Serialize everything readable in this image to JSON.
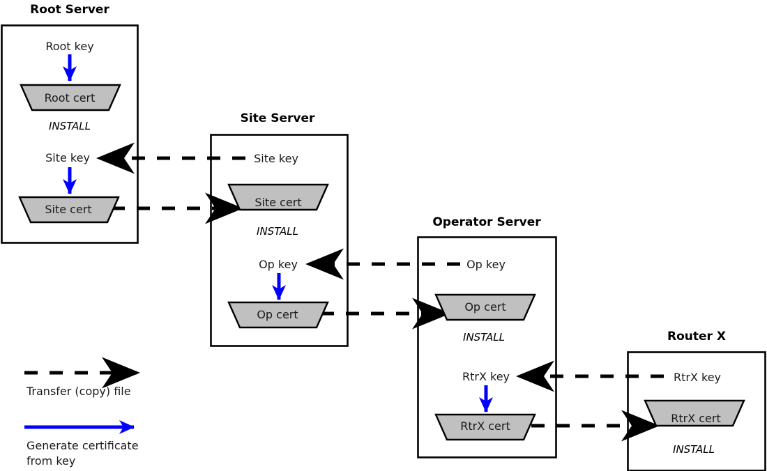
{
  "diagram": {
    "title_hidden": "",
    "colors": {
      "cert_fill": "#c0c0c0",
      "generate_arrow": "#0000ff",
      "transfer_arrow": "#000000",
      "box_stroke": "#000000"
    }
  },
  "servers": [
    {
      "id": "root-server",
      "title": "Root Server",
      "items": [
        {
          "type": "key",
          "label": "Root key"
        },
        {
          "type": "cert",
          "label": "Root cert",
          "install": "INSTALL"
        },
        {
          "type": "key",
          "label": "Site key"
        },
        {
          "type": "cert",
          "label": "Site cert",
          "install": ""
        }
      ]
    },
    {
      "id": "site-server",
      "title": "Site Server",
      "items": [
        {
          "type": "key",
          "label": "Site key"
        },
        {
          "type": "cert",
          "label": "Site cert",
          "install": "INSTALL"
        },
        {
          "type": "key",
          "label": "Op key"
        },
        {
          "type": "cert",
          "label": "Op cert",
          "install": ""
        }
      ]
    },
    {
      "id": "operator-server",
      "title": "Operator Server",
      "items": [
        {
          "type": "key",
          "label": "Op key"
        },
        {
          "type": "cert",
          "label": "Op cert",
          "install": "INSTALL"
        },
        {
          "type": "key",
          "label": "RtrX key"
        },
        {
          "type": "cert",
          "label": "RtrX cert",
          "install": ""
        }
      ]
    },
    {
      "id": "router-x",
      "title": "Router X",
      "items": [
        {
          "type": "key",
          "label": "RtrX key"
        },
        {
          "type": "cert",
          "label": "RtrX cert",
          "install": "INSTALL"
        }
      ]
    }
  ],
  "legend": {
    "transfer": "Transfer (copy) file",
    "generate_line1": "Generate certificate",
    "generate_line2": "from key"
  }
}
